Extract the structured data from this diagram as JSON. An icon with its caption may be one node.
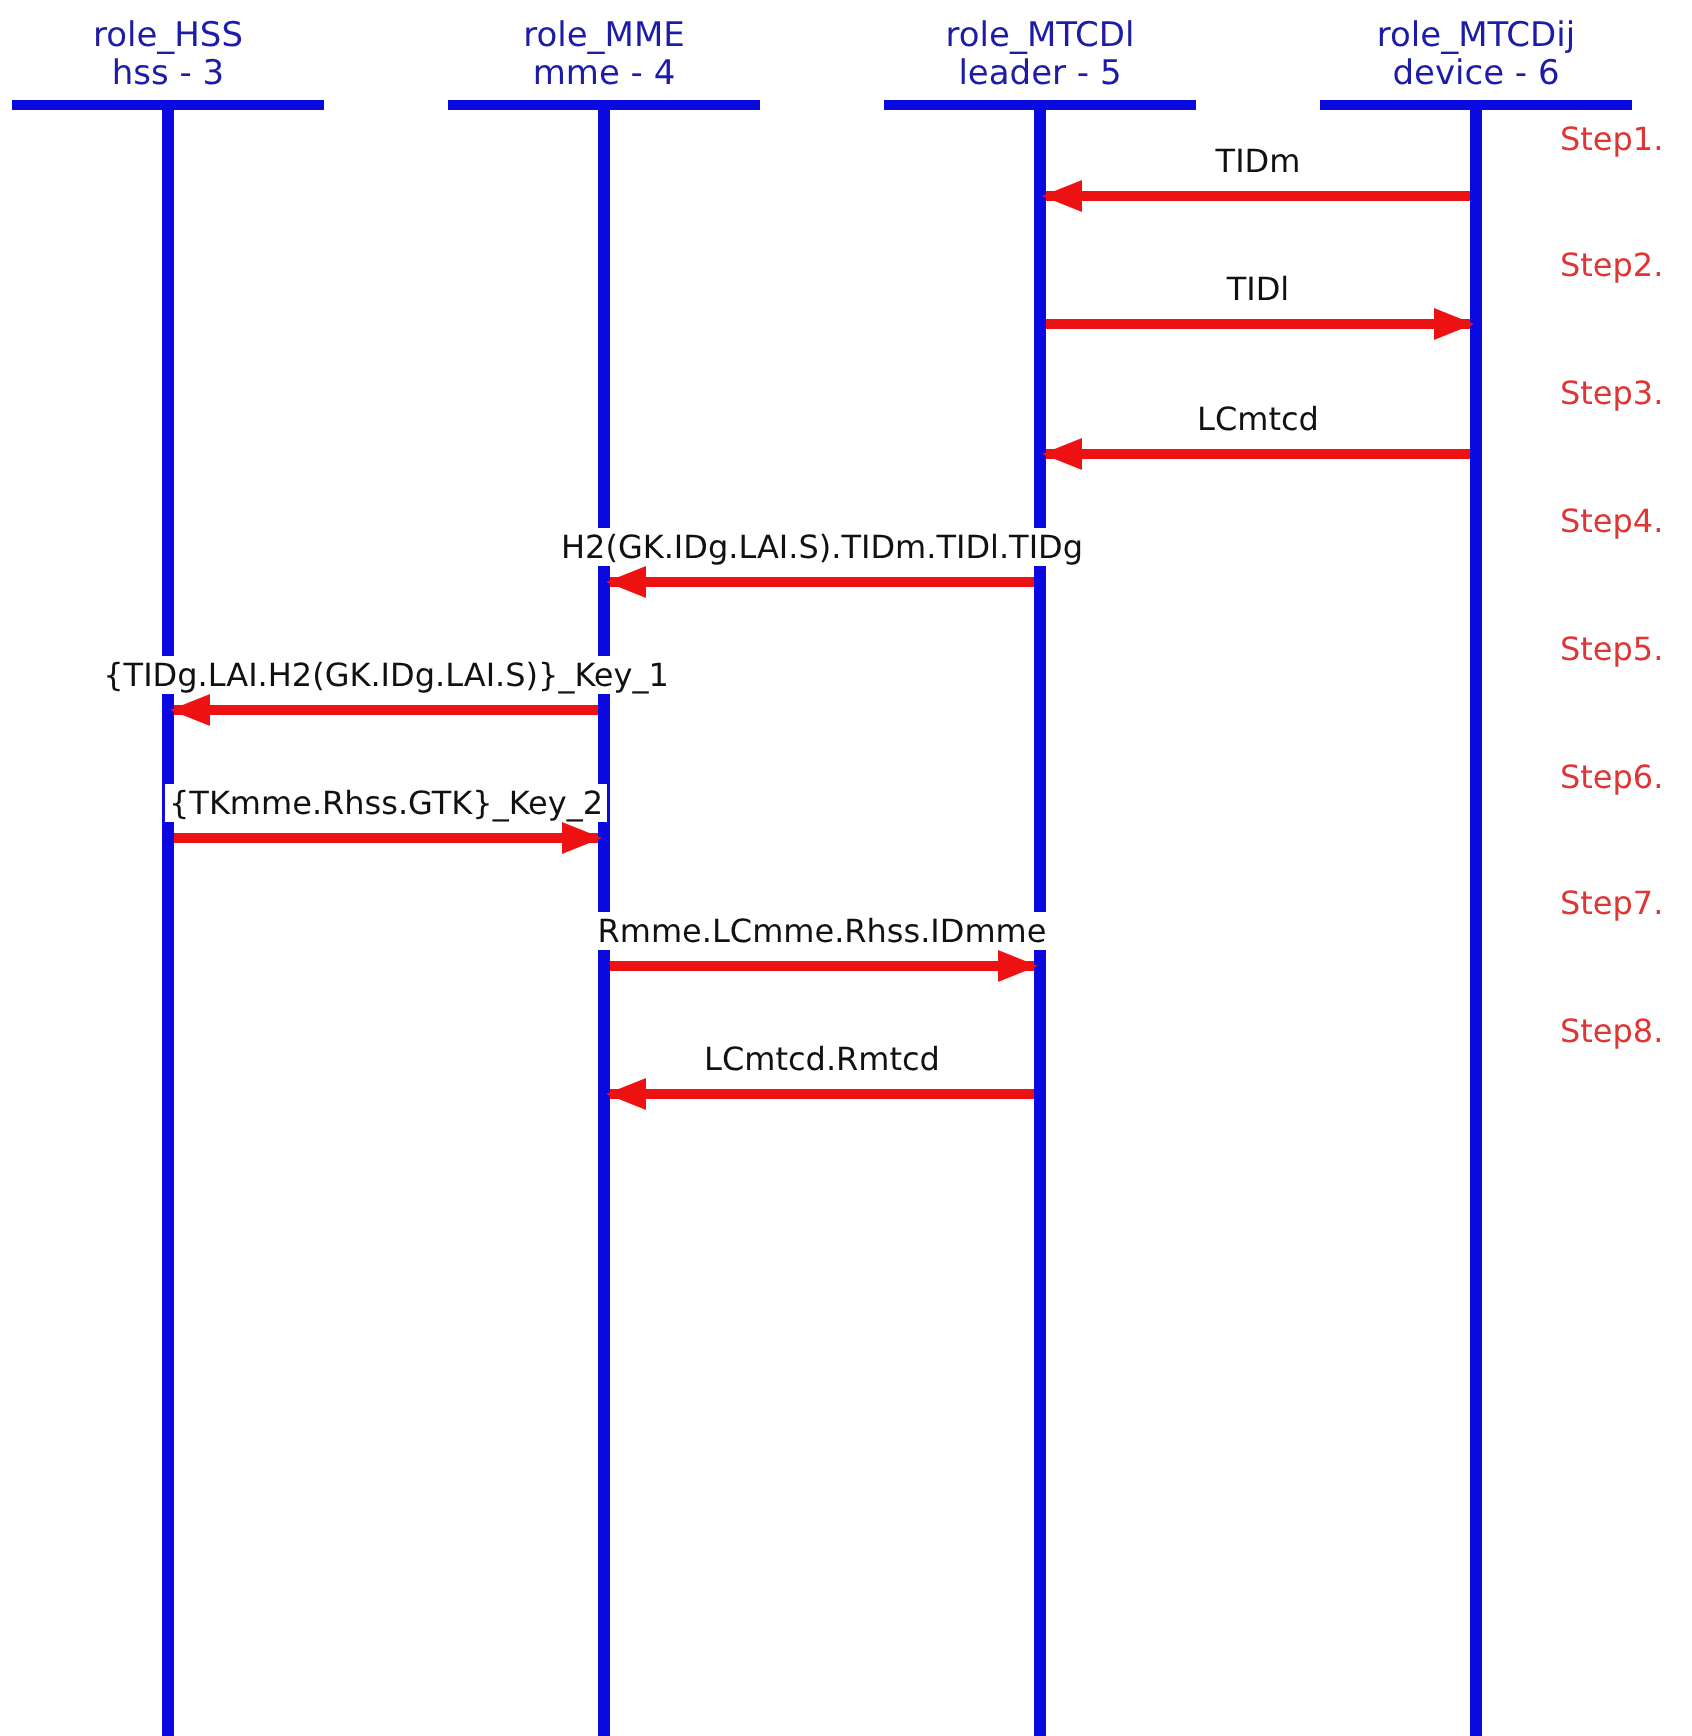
{
  "diagram": {
    "nodes": [
      {
        "text": [
          "role_HSS",
          "hss - 3"
        ]
      },
      {
        "text": [
          "role_MME",
          "mme - 4"
        ]
      },
      {
        "text": [
          "role_MTCDl",
          "leader - 5"
        ]
      },
      {
        "text": [
          "role_MTCDij",
          "device - 6"
        ]
      }
    ],
    "edges": [
      {
        "from": 3,
        "to": 2,
        "arrow": "to",
        "label": "TIDm"
      },
      {
        "from": 2,
        "to": 3,
        "arrow": "to",
        "label": "TIDl"
      },
      {
        "from": 3,
        "to": 2,
        "arrow": "to",
        "label": "LCmtcd"
      },
      {
        "from": 2,
        "to": 1,
        "arrow": "to",
        "label": "H2(GK.IDg.LAI.S).TIDm.TIDl.TIDg"
      },
      {
        "from": 1,
        "to": 0,
        "arrow": "to",
        "label": "{TIDg.LAI.H2(GK.IDg.LAI.S)}_Key_1"
      },
      {
        "from": 0,
        "to": 1,
        "arrow": "to",
        "label": "{TKmme.Rhss.GTK}_Key_2"
      },
      {
        "from": 1,
        "to": 2,
        "arrow": "to",
        "label": "Rmme.LCmme.Rhss.IDmme"
      },
      {
        "from": 2,
        "to": 1,
        "arrow": "to",
        "label": "LCmtcd.Rmtcd"
      }
    ],
    "labels": [
      "Step1.",
      "Step2.",
      "Step3.",
      "Step4.",
      "Step5.",
      "Step6.",
      "Step7.",
      "Step8."
    ]
  }
}
